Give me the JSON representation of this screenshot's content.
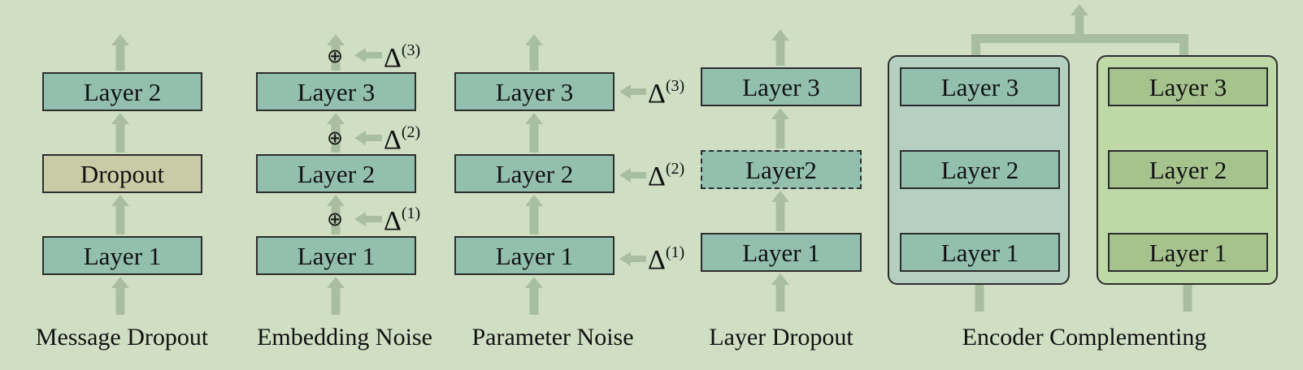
{
  "captions": {
    "message_dropout": "Message Dropout",
    "embedding_noise": "Embedding Noise",
    "parameter_noise": "Parameter Noise",
    "layer_dropout": "Layer Dropout",
    "encoder_complementing": "Encoder Complementing"
  },
  "message_dropout": {
    "layer1": "Layer 1",
    "dropout": "Dropout",
    "layer2": "Layer 2"
  },
  "embedding_noise": {
    "layer1": "Layer 1",
    "layer2": "Layer 2",
    "layer3": "Layer 3",
    "oplus": "⊕",
    "delta_symbol": "Δ",
    "delta1_sup": "(1)",
    "delta2_sup": "(2)",
    "delta3_sup": "(3)"
  },
  "parameter_noise": {
    "layer1": "Layer 1",
    "layer2": "Layer 2",
    "layer3": "Layer 3",
    "delta_symbol": "Δ",
    "delta1_sup": "(1)",
    "delta2_sup": "(2)",
    "delta3_sup": "(3)"
  },
  "layer_dropout": {
    "layer1": "Layer 1",
    "layer2": "Layer2",
    "layer3": "Layer 3"
  },
  "encoder_complementing": {
    "left": {
      "layer1": "Layer 1",
      "layer2": "Layer 2",
      "layer3": "Layer 3"
    },
    "right": {
      "layer1": "Layer 1",
      "layer2": "Layer 2",
      "layer3": "Layer 3"
    }
  },
  "colors": {
    "background": "#d0dfc4",
    "layer_teal": "#92bfae",
    "dropout_tan": "#c8cba5",
    "layer_green": "#a6c38e",
    "container_teal": "#b5d0c0",
    "container_green": "#bed8a6",
    "arrow": "#a9bea0"
  }
}
